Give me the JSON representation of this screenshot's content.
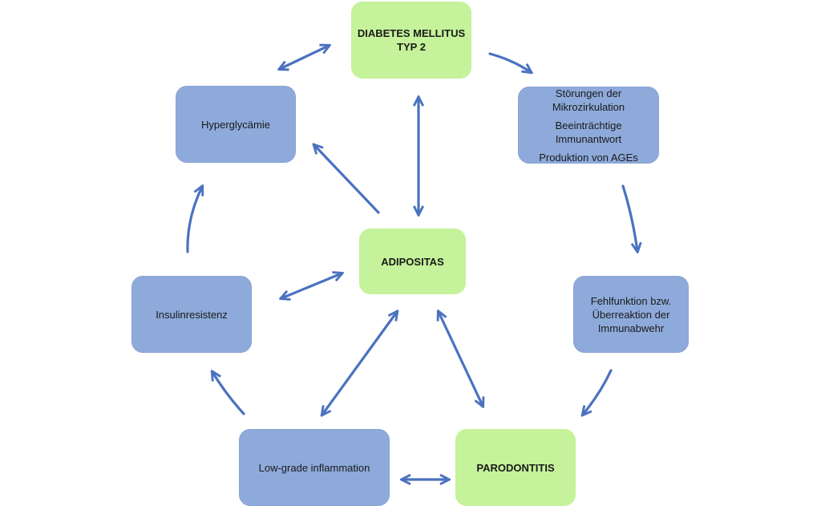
{
  "nodes": {
    "diabetes": {
      "line1": "DIABETES MELLITUS",
      "line2": "TYP 2"
    },
    "stoerungen": {
      "line1": "Störungen der",
      "line2": "Mikrozirkulation",
      "line3": "Beeinträchtige",
      "line4": "Immunantwort",
      "line5": "Produktion von AGEs"
    },
    "hyperglykaemie": {
      "label": "Hyperglycämie"
    },
    "adipositas": {
      "label": "ADIPOSITAS"
    },
    "insulinresistenz": {
      "label": "Insulinresistenz"
    },
    "fehlfunktion": {
      "line1": "Fehlfunktion bzw.",
      "line2": "Überreaktion der",
      "line3": "Immunabwehr"
    },
    "lowgrade": {
      "label": "Low-grade inflammation"
    },
    "parodontitis": {
      "label": "PARODONTITIS"
    }
  },
  "colors": {
    "green_node": "#c5f29a",
    "blue_node": "#8eaadb",
    "arrow": "#4a72c0"
  }
}
